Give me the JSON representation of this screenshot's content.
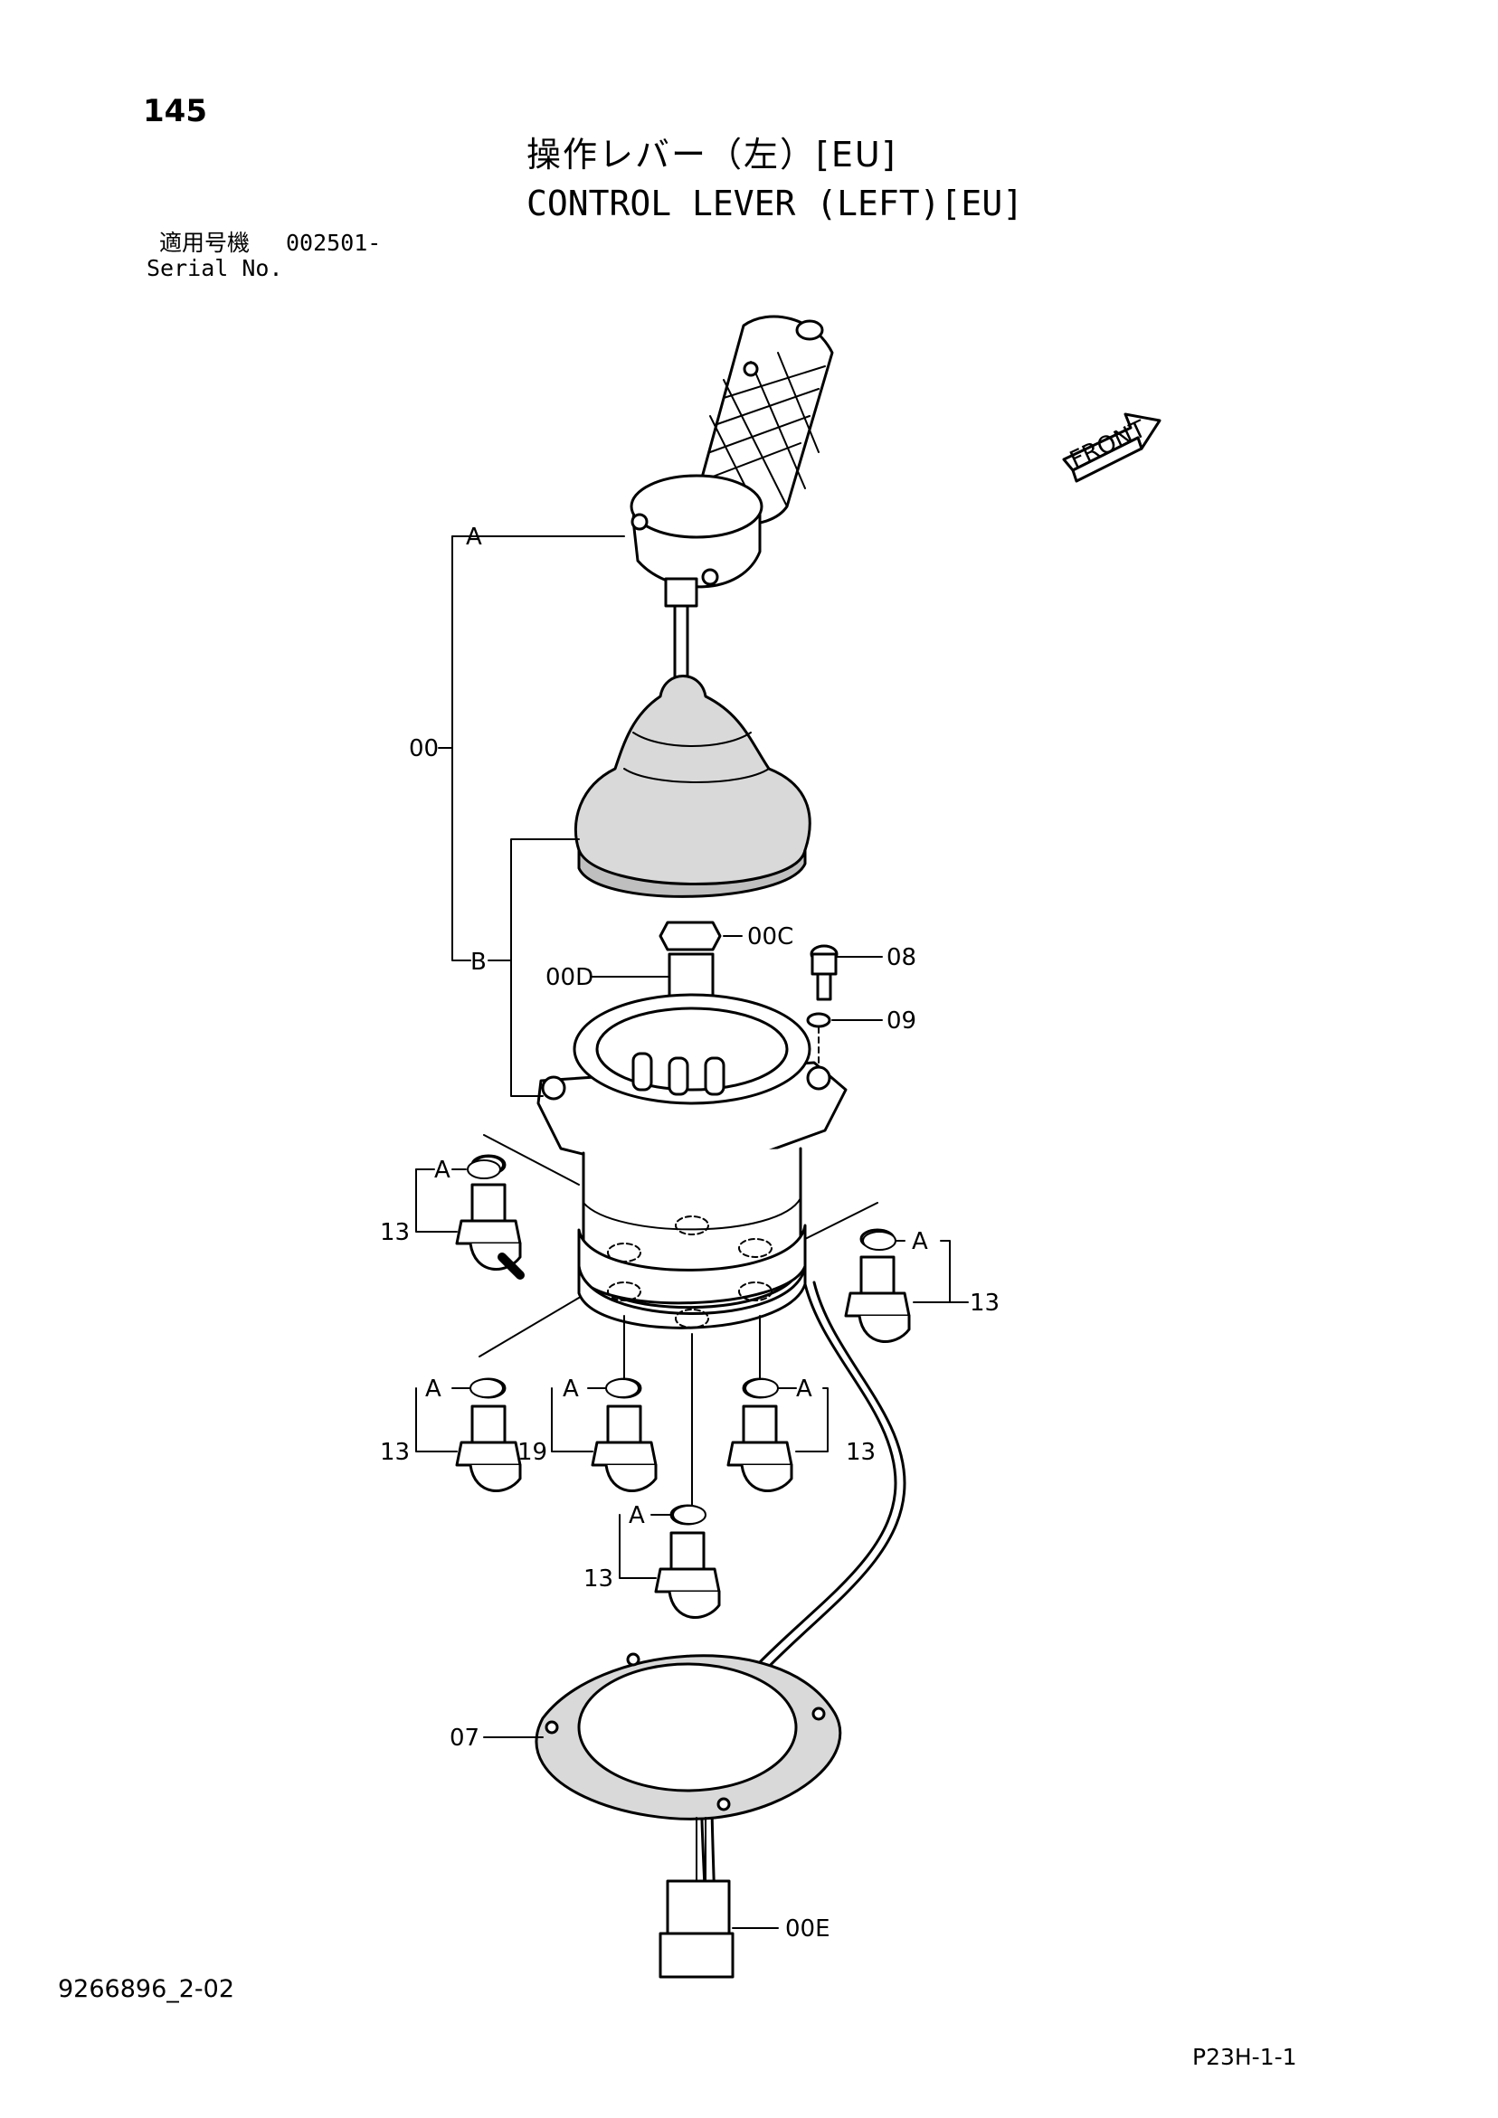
{
  "header": {
    "page_number": "145",
    "title_ja": "操作レバー（左）[EU]",
    "title_en": "CONTROL LEVER (LEFT)[EU]",
    "serial_ja": "適用号機",
    "serial_number": "002501-",
    "serial_en": "Serial No."
  },
  "footer": {
    "drawing_id": "9266896_2-02",
    "page_code": "P23H-1-1"
  },
  "front_label": "FRONT",
  "callouts": {
    "a_top": "A",
    "b": "B",
    "assembly": "00",
    "nut": "00C",
    "stem": "00D",
    "bolt": "08",
    "washer": "09",
    "gasket": "07",
    "connector": "00E",
    "a_upper_left": "A",
    "fitting_upper_left": "13",
    "a_upper_right": "A",
    "fitting_upper_right": "13",
    "a_lower_1": "A",
    "fitting_lower_1": "13",
    "a_lower_2": "A",
    "fitting_lower_2": "19",
    "a_lower_3": "A",
    "fitting_lower_3": "13",
    "a_bottom": "A",
    "fitting_bottom": "13"
  }
}
